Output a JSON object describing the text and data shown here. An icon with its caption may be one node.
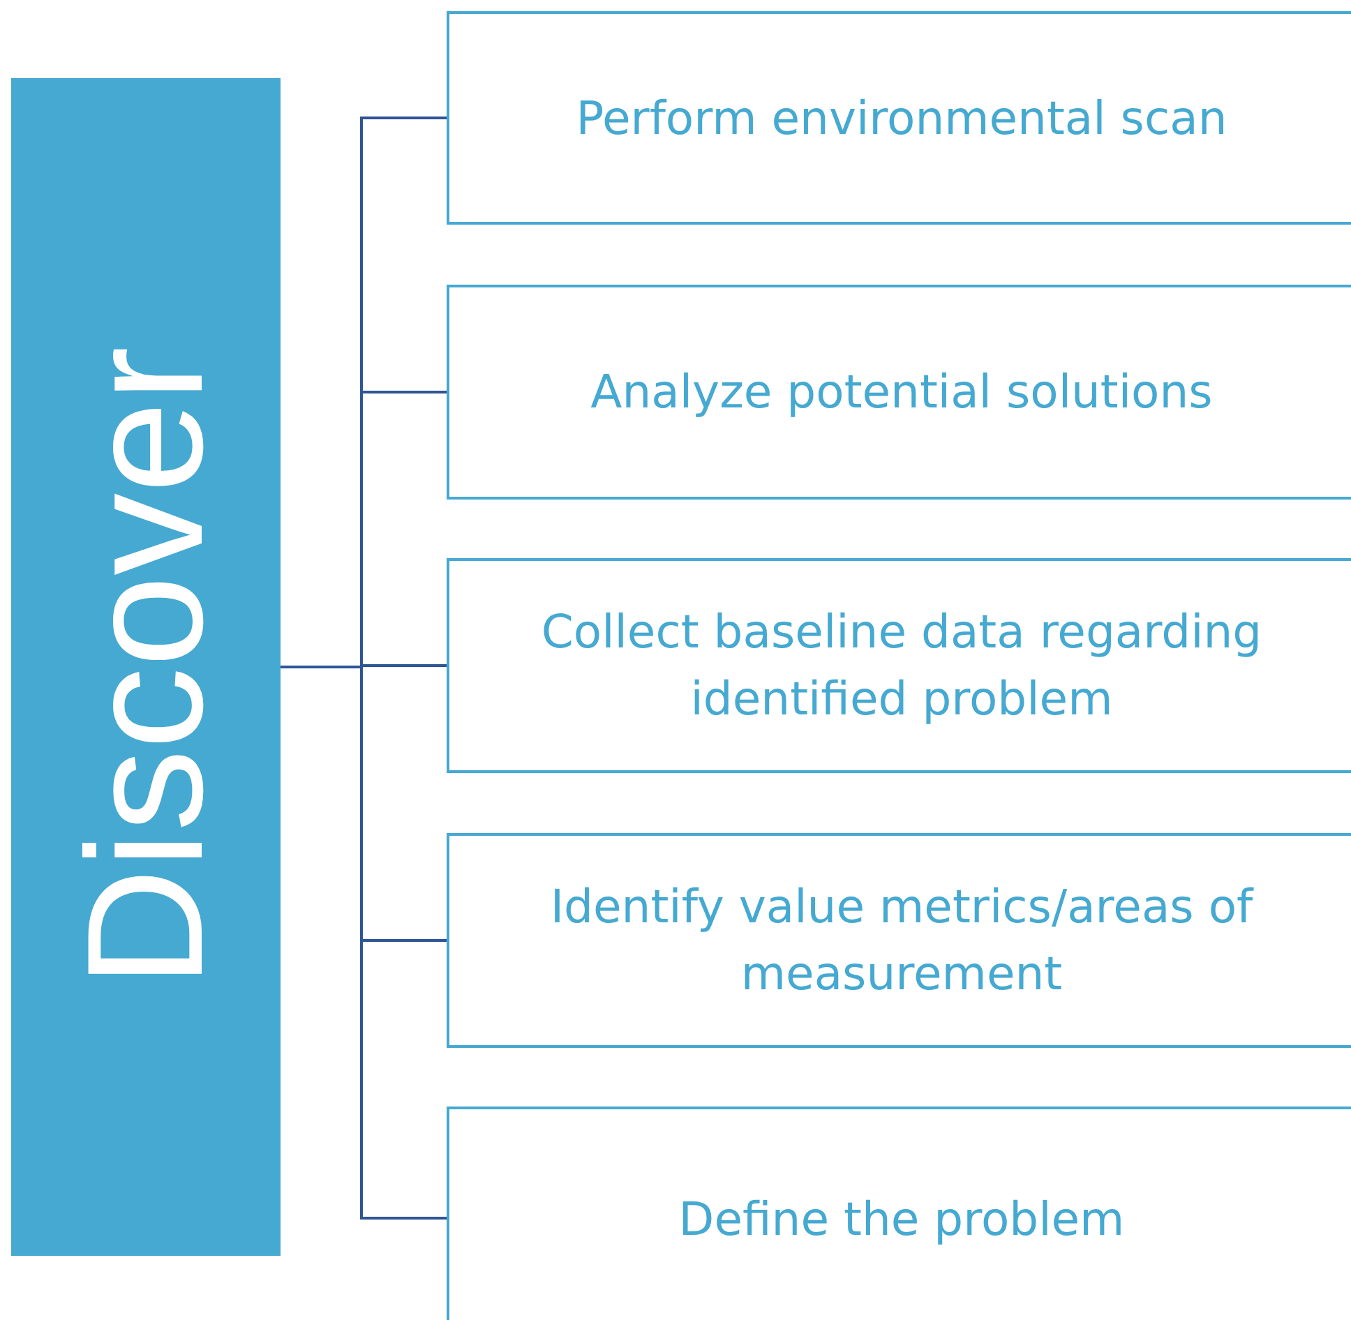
{
  "diagram": {
    "nodes": [
      {
        "text": [
          "Discover"
        ]
      },
      {
        "text": [
          "Perform environmental scan"
        ]
      },
      {
        "text": [
          "Analyze potential solutions"
        ]
      },
      {
        "text": [
          "Collect baseline data regarding identified problem"
        ]
      },
      {
        "text": [
          "Identify value metrics/areas of measurement"
        ]
      },
      {
        "text": [
          "Define the problem"
        ]
      }
    ],
    "edges": [
      {
        "from": 0,
        "to": 1,
        "arrow": "none"
      },
      {
        "from": 0,
        "to": 2,
        "arrow": "none"
      },
      {
        "from": 0,
        "to": 3,
        "arrow": "none"
      },
      {
        "from": 0,
        "to": 4,
        "arrow": "none"
      },
      {
        "from": 0,
        "to": 5,
        "arrow": "none"
      }
    ]
  }
}
